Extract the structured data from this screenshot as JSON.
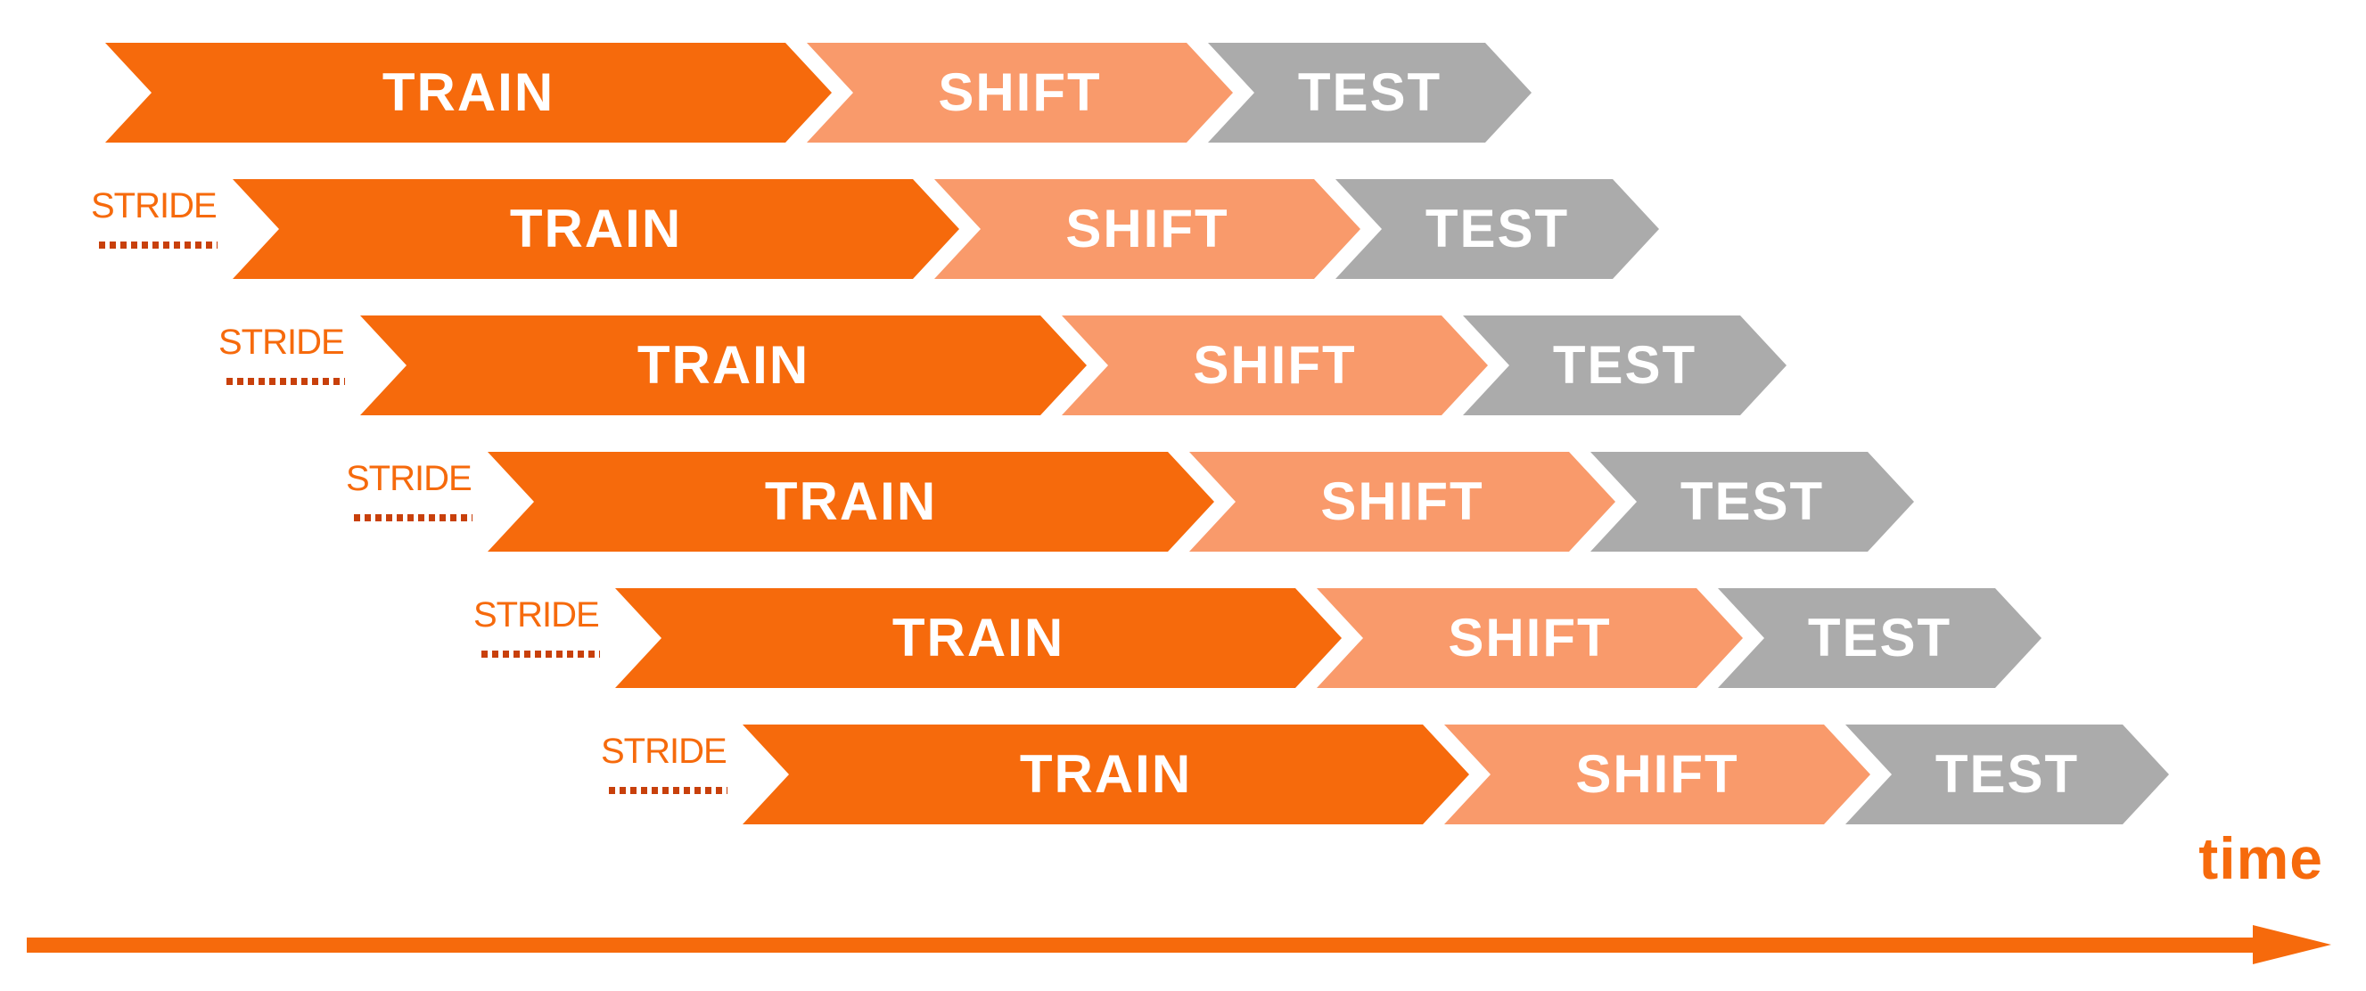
{
  "diagram": {
    "description": "Sliding-window walk-forward validation scheme: six windows of TRAIN, SHIFT, TEST chevron arrows, each window offset to the right by a STRIDE, over a time axis."
  },
  "colors": {
    "train": "#F66A0C",
    "shift": "#F99A6B",
    "test": "#ABABAB",
    "stride_text": "#F66A0C",
    "stride_dots": "#C8400B",
    "time_axis": "#F66A0C"
  },
  "rows": [
    {
      "stride_label": "",
      "segments": [
        {
          "label": "TRAIN"
        },
        {
          "label": "SHIFT"
        },
        {
          "label": "TEST"
        }
      ]
    },
    {
      "stride_label": "STRIDE",
      "segments": [
        {
          "label": "TRAIN"
        },
        {
          "label": "SHIFT"
        },
        {
          "label": "TEST"
        }
      ]
    },
    {
      "stride_label": "STRIDE",
      "segments": [
        {
          "label": "TRAIN"
        },
        {
          "label": "SHIFT"
        },
        {
          "label": "TEST"
        }
      ]
    },
    {
      "stride_label": "STRIDE",
      "segments": [
        {
          "label": "TRAIN"
        },
        {
          "label": "SHIFT"
        },
        {
          "label": "TEST"
        }
      ]
    },
    {
      "stride_label": "STRIDE",
      "segments": [
        {
          "label": "TRAIN"
        },
        {
          "label": "SHIFT"
        },
        {
          "label": "TEST"
        }
      ]
    },
    {
      "stride_label": "STRIDE",
      "segments": [
        {
          "label": "TRAIN"
        },
        {
          "label": "SHIFT"
        },
        {
          "label": "TEST"
        }
      ]
    }
  ],
  "time_axis": {
    "label": "time"
  }
}
